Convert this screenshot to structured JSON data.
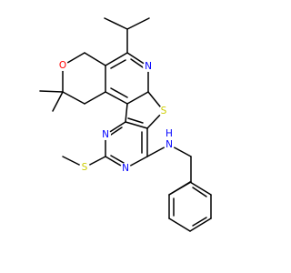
{
  "structure": {
    "atom_labels": {
      "pyran_oxygen": "O",
      "pyridine_nitrogen": "N",
      "thiophene_sulfur": "S",
      "pyrimidine_nitrogen_top": "N",
      "pyrimidine_nitrogen_bottom": "N",
      "thioether_sulfur": "S",
      "amine_nitrogen": "N",
      "amine_hydrogen": "H"
    },
    "colors": {
      "oxygen": "#ff0000",
      "nitrogen": "#0000ff",
      "sulfur": "#cccc00",
      "bond": "#000000",
      "background": "#ffffff"
    }
  }
}
